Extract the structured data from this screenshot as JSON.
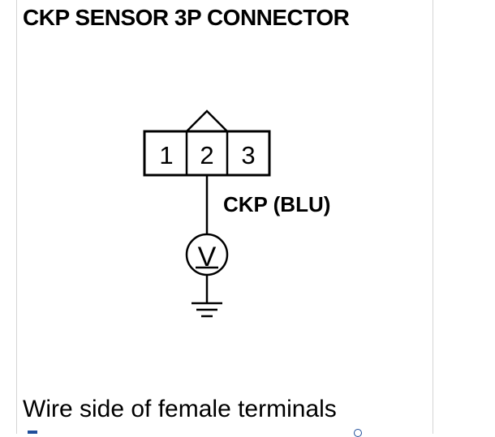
{
  "title": "CKP SENSOR 3P CONNECTOR",
  "connector": {
    "pins": [
      "1",
      "2",
      "3"
    ]
  },
  "wire_label": "CKP (BLU)",
  "meter_symbol": "V",
  "caption": "Wire side of female terminals"
}
